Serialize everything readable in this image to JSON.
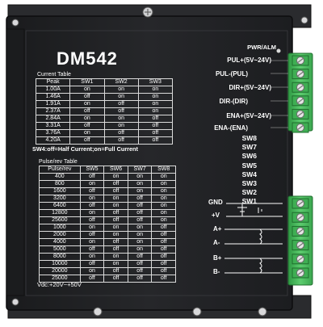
{
  "title": "DM542",
  "current_table": {
    "caption": "Current Table",
    "headers": [
      "Peak",
      "SW1",
      "SW2",
      "SW3"
    ],
    "rows": [
      [
        "1.00A",
        "on",
        "on",
        "on"
      ],
      [
        "1.46A",
        "off",
        "on",
        "on"
      ],
      [
        "1.91A",
        "on",
        "off",
        "on"
      ],
      [
        "2.37A",
        "off",
        "off",
        "on"
      ],
      [
        "2.84A",
        "on",
        "on",
        "off"
      ],
      [
        "3.31A",
        "off",
        "on",
        "off"
      ],
      [
        "3.76A",
        "on",
        "off",
        "off"
      ],
      [
        "4.20A",
        "off",
        "off",
        "off"
      ]
    ]
  },
  "sw4_note": "SW4:off=Half Current;on=Full Current",
  "pulse_table": {
    "caption": "Pulse/rev Table",
    "headers": [
      "Pulse/rev",
      "SW5",
      "SW6",
      "SW7",
      "SW8"
    ],
    "rows": [
      [
        "400",
        "off",
        "on",
        "on",
        "on"
      ],
      [
        "800",
        "on",
        "off",
        "on",
        "on"
      ],
      [
        "1600",
        "off",
        "off",
        "on",
        "on"
      ],
      [
        "3200",
        "on",
        "on",
        "off",
        "on"
      ],
      [
        "6400",
        "off",
        "on",
        "off",
        "on"
      ],
      [
        "12800",
        "on",
        "off",
        "off",
        "on"
      ],
      [
        "25600",
        "off",
        "off",
        "off",
        "on"
      ],
      [
        "1000",
        "on",
        "on",
        "on",
        "off"
      ],
      [
        "2000",
        "off",
        "on",
        "on",
        "off"
      ],
      [
        "4000",
        "on",
        "off",
        "on",
        "off"
      ],
      [
        "5000",
        "off",
        "off",
        "on",
        "off"
      ],
      [
        "8000",
        "on",
        "on",
        "off",
        "off"
      ],
      [
        "10000",
        "off",
        "on",
        "off",
        "off"
      ],
      [
        "20000",
        "on",
        "off",
        "off",
        "off"
      ],
      [
        "25000",
        "off",
        "off",
        "off",
        "off"
      ]
    ]
  },
  "voltage": "Vdc:+20V~+50V",
  "signal_labels": {
    "pwr_alm": "PWR/ALM",
    "pul_plus": "PUL+(5V~24V)",
    "pul_minus": "PUL-(PUL)",
    "dir_plus": "DIR+(5V~24V)",
    "dir_minus": "DIR-(DIR)",
    "ena_plus": "ENA+(5V~24V)",
    "ena_minus": "ENA-(ENA)"
  },
  "switches": [
    "SW8",
    "SW7",
    "SW6",
    "SW5",
    "SW4",
    "SW3",
    "SW2",
    "SW1"
  ],
  "power_labels": {
    "gnd": "GND",
    "vplus": "+V",
    "aplus": "A+",
    "aminus": "A-",
    "bplus": "B+",
    "bminus": "B-"
  },
  "colors": {
    "body": "#202124",
    "frame": "#2b2c2f",
    "terminal": "#4fbf62",
    "terminal_dark": "#2f8f40",
    "text": "#ffffff"
  }
}
